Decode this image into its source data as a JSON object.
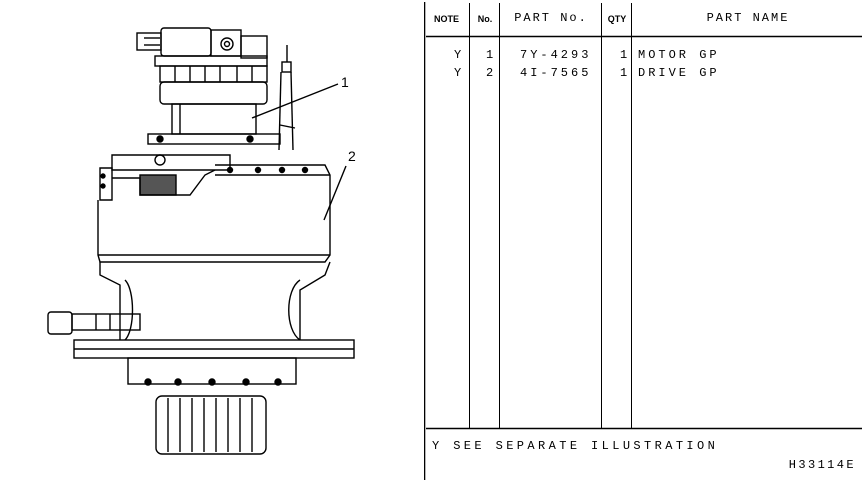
{
  "illustration": {
    "callouts": [
      "1",
      "2"
    ]
  },
  "table": {
    "headers": {
      "note": "NOTE",
      "no": "No.",
      "part_no": "PART No.",
      "qty": "QTY",
      "part_name": "PART NAME"
    },
    "rows": [
      {
        "note": "Y",
        "no": "1",
        "part_no": "7Y-4293",
        "qty": "1",
        "part_name": "MOTOR GP"
      },
      {
        "note": "Y",
        "no": "2",
        "part_no": "4I-7565",
        "qty": "1",
        "part_name": "DRIVE GP"
      }
    ]
  },
  "footnote": "Y SEE SEPARATE ILLUSTRATION",
  "illustration_code": "H33114E"
}
